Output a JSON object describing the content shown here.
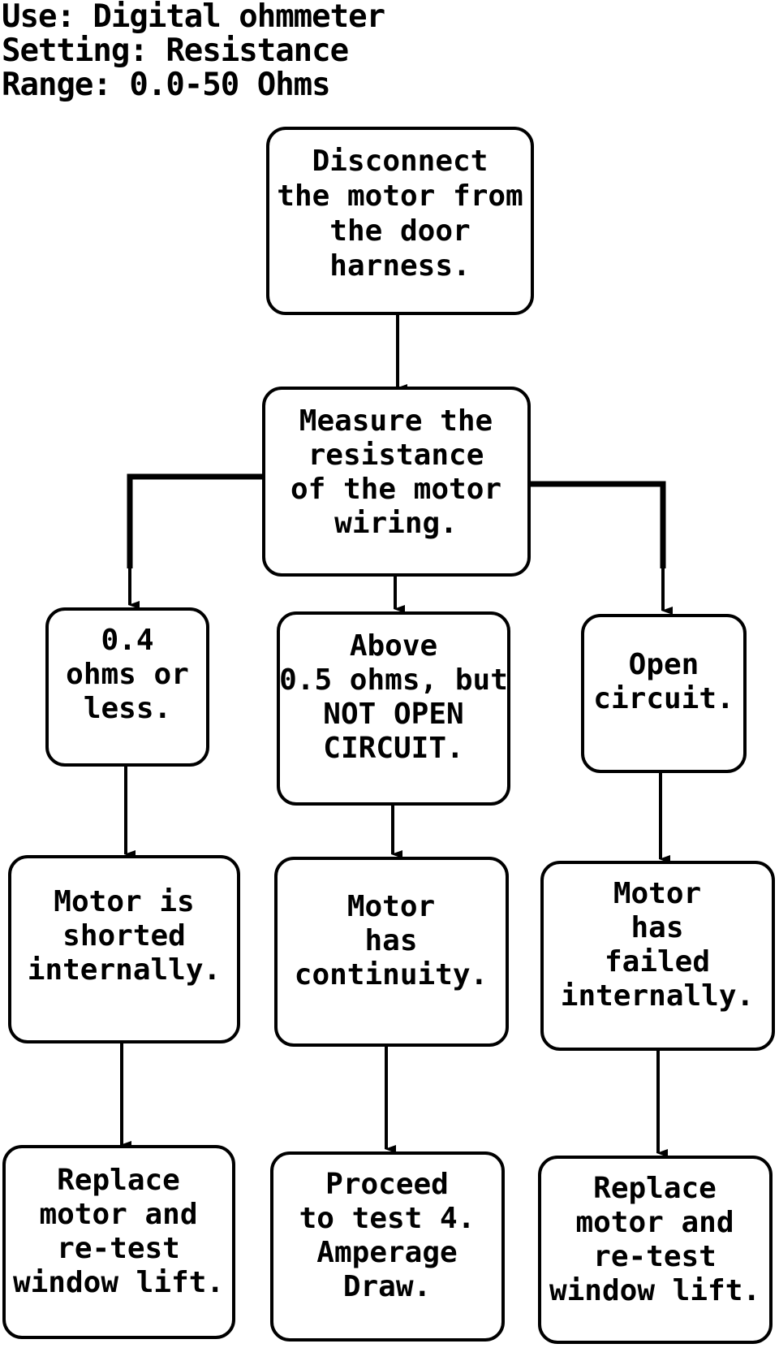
{
  "header": {
    "use": "Use: Digital ohmmeter",
    "setting": "Setting: Resistance",
    "range": "Range: 0.0-50 Ohms"
  },
  "nodes": {
    "disconnect": [
      "Disconnect",
      "the motor from",
      "the door",
      "harness."
    ],
    "measure": [
      "Measure the",
      "resistance",
      "of the motor",
      "wiring."
    ],
    "low": [
      "0.4",
      "ohms or",
      "less."
    ],
    "above": [
      "Above",
      "0.5 ohms, but",
      "NOT OPEN",
      "CIRCUIT."
    ],
    "open": [
      "Open",
      "circuit."
    ],
    "shorted": [
      "Motor is",
      "shorted",
      "internally."
    ],
    "continuity": [
      "Motor",
      "has",
      "continuity."
    ],
    "failed": [
      "Motor",
      "has",
      "failed",
      "internally."
    ],
    "replace_left": [
      "Replace",
      "motor and",
      "re-test",
      "window lift."
    ],
    "proceed": [
      "Proceed",
      "to test 4.",
      "Amperage",
      "Draw."
    ],
    "replace_right": [
      "Replace",
      "motor and",
      "re-test",
      "window lift."
    ]
  }
}
